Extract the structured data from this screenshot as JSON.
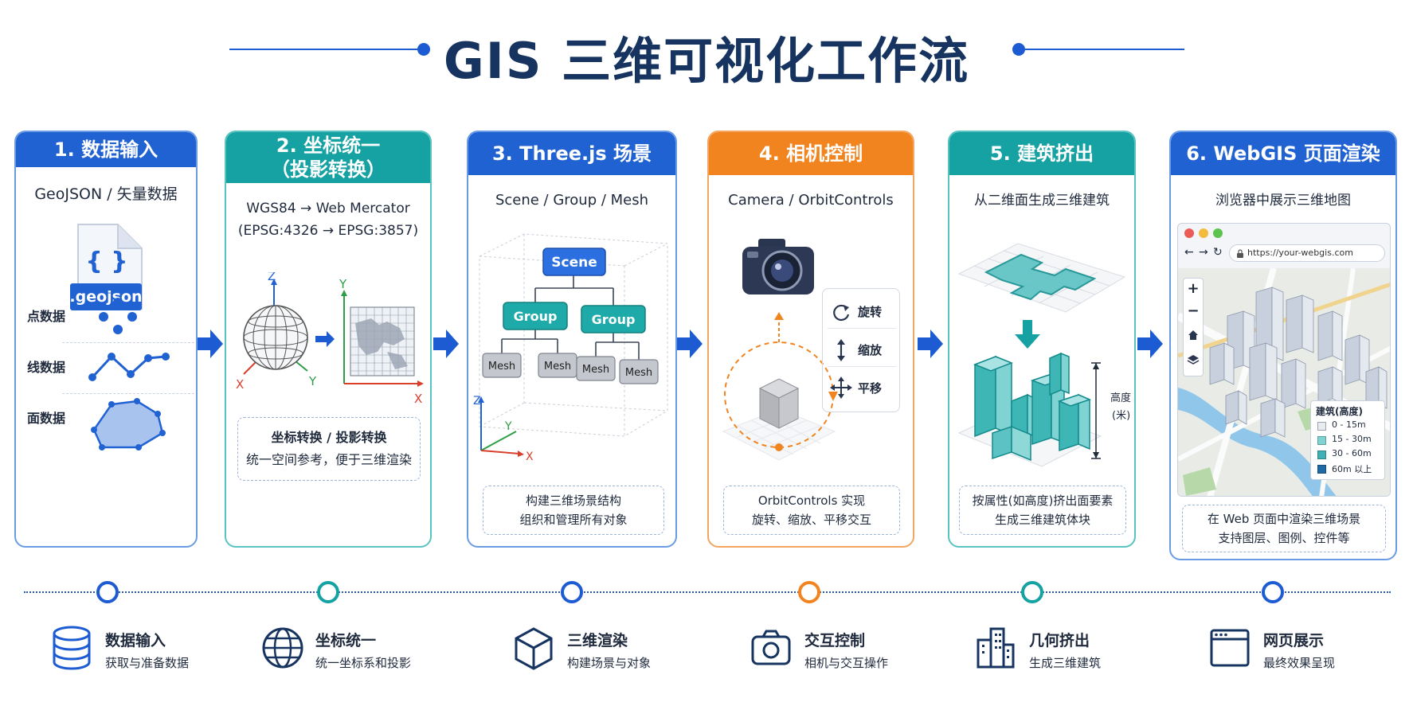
{
  "title": "GIS 三维可视化工作流",
  "steps": [
    {
      "header_line1": "1. 数据输入",
      "header_line2": "",
      "subtitle": "GeoJSON / 矢量数据",
      "file_label": ".geojson",
      "file_braces": "{ }",
      "rows": [
        "点数据",
        "线数据",
        "面数据"
      ]
    },
    {
      "header_line1": "2. 坐标统一",
      "header_line2": "（投影转换）",
      "subtitle_line1": "WGS84  →  Web Mercator",
      "subtitle_line2": "(EPSG:4326  →  EPSG:3857)",
      "axis_z": "Z",
      "axis_x": "X",
      "axis_y": "Y",
      "note_title": "坐标转换 / 投影转换",
      "note_desc": "统一空间参考，便于三维渲染"
    },
    {
      "header_line1": "3. Three.js 场景",
      "header_line2": "",
      "subtitle": "Scene / Group / Mesh",
      "node_scene": "Scene",
      "node_group": "Group",
      "node_mesh": "Mesh",
      "axis_z": "Z",
      "axis_x": "X",
      "axis_y": "Y",
      "note_line1": "构建三维场景结构",
      "note_line2": "组织和管理所有对象"
    },
    {
      "header_line1": "4. 相机控制",
      "header_line2": "",
      "subtitle": "Camera / OrbitControls",
      "controls": [
        "旋转",
        "缩放",
        "平移"
      ],
      "note_line1": "OrbitControls 实现",
      "note_line2": "旋转、缩放、平移交互"
    },
    {
      "header_line1": "5. 建筑挤出",
      "header_line2": "",
      "subtitle": "从二维面生成三维建筑",
      "height_label_1": "高度",
      "height_label_2": "(米)",
      "note_line1": "按属性(如高度)挤出面要素",
      "note_line2": "生成三维建筑体块"
    },
    {
      "header_line1": "6. WebGIS 页面渲染",
      "header_line2": "",
      "subtitle": "浏览器中展示三维地图",
      "url": "https://your-webgis.com",
      "legend_title": "建筑(高度)",
      "legend_items": [
        "0 - 15m",
        "15 - 30m",
        "30 - 60m",
        "60m 以上"
      ],
      "note_line1": "在 Web 页面中渲染三维场景",
      "note_line2": "支持图层、图例、控件等"
    }
  ],
  "colors": {
    "blue": "#2162d3",
    "teal": "#16a2a3",
    "orange": "#f1841f",
    "navy": "#16345f"
  },
  "bottom": [
    {
      "title": "数据输入",
      "desc": "获取与准备数据",
      "icon": "database-icon"
    },
    {
      "title": "坐标统一",
      "desc": "统一坐标系和投影",
      "icon": "globe-icon"
    },
    {
      "title": "三维渲染",
      "desc": "构建场景与对象",
      "icon": "cube-icon"
    },
    {
      "title": "交互控制",
      "desc": "相机与交互操作",
      "icon": "camera-icon"
    },
    {
      "title": "几何挤出",
      "desc": "生成三维建筑",
      "icon": "buildings-icon"
    },
    {
      "title": "网页展示",
      "desc": "最终效果呈现",
      "icon": "browser-icon"
    }
  ]
}
